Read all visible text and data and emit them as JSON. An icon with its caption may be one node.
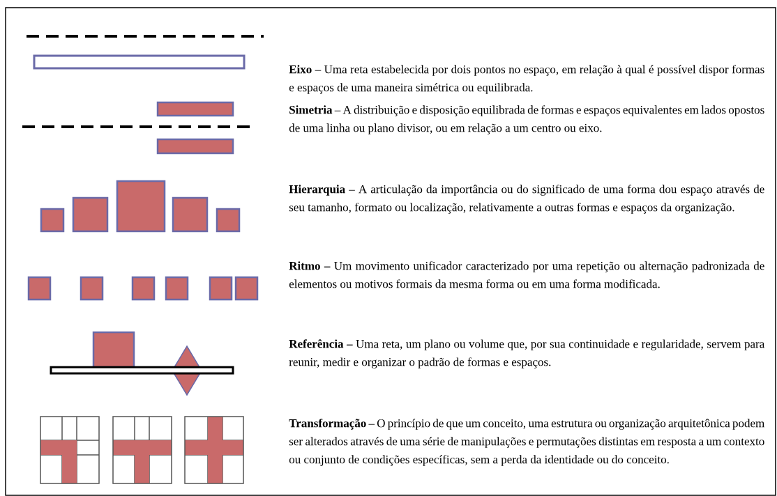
{
  "diagram": {
    "labels": [
      "**Eixo** – Uma reta estabelecida por dois pontos no espaço, em relação à qual é possível dispor formas e espaços de uma maneira simétrica ou equilibrada.",
      "**Simetria** – A distribuição e disposição equilibrada de formas e espaços equivalentes em lados opostos de uma linha ou plano divisor, ou em relação a um centro ou eixo.",
      "**Hierarquia** – A articulação da importância ou do significado de uma forma dou espaço através de seu tamanho, formato ou localização, relativamente a outras formas e espaços da organização.",
      "**Ritmo –** Um movimento unificador caracterizado por uma repetição ou alternação padronizada de elementos ou motivos formais da mesma forma ou em uma forma modificada.",
      "**Referência –** Uma reta, um plano ou volume que, por sua continuidade e regularidade, servem para reunir, medir e organizar o padrão de formas e espaços.",
      "**Transformação** – O princípio de que um conceito, uma estrutura ou organização arquitetônica podem ser alterados através de uma série de manipulações e permutações distintas em resposta a um contexto ou conjunto de condições específicas, sem a perda da identidade ou do conceito."
    ]
  }
}
